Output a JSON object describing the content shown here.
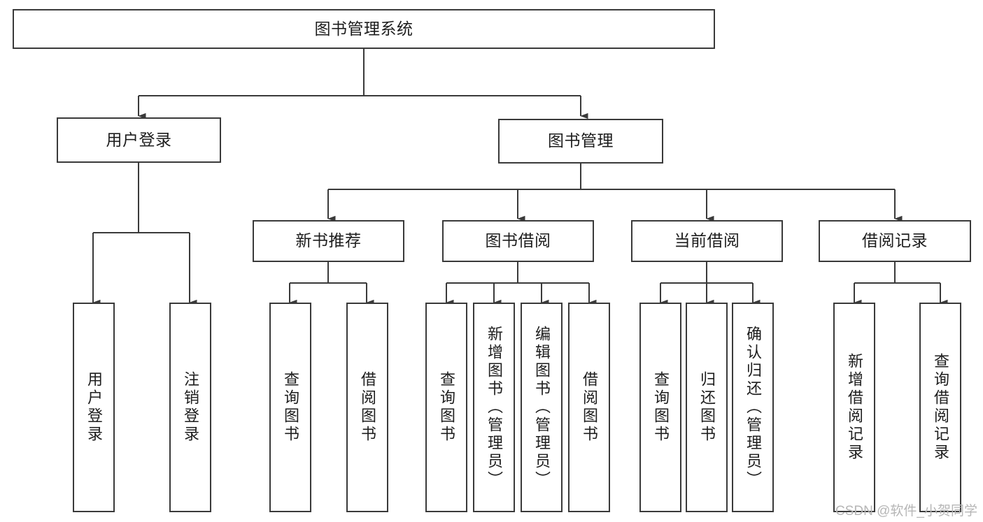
{
  "diagram": {
    "type": "tree-hierarchy",
    "title": "图书管理系统",
    "watermark": "CSDN @软件_小贺同学",
    "colors": {
      "stroke": "#3a3a3a",
      "fill": "#ffffff",
      "text": "#1d1d1d",
      "watermark": "#b6b6b6"
    },
    "nodes": {
      "root": {
        "label": "图书管理系统",
        "orientation": "horizontal"
      },
      "level2": [
        {
          "id": "user-login",
          "label": "用户登录",
          "orientation": "horizontal"
        },
        {
          "id": "book-management",
          "label": "图书管理",
          "orientation": "horizontal"
        }
      ],
      "level3": [
        {
          "id": "new-book-recommend",
          "label": "新书推荐",
          "orientation": "horizontal"
        },
        {
          "id": "book-borrow",
          "label": "图书借阅",
          "orientation": "horizontal"
        },
        {
          "id": "current-borrow",
          "label": "当前借阅",
          "orientation": "horizontal"
        },
        {
          "id": "borrow-record",
          "label": "借阅记录",
          "orientation": "horizontal"
        }
      ],
      "leaves": [
        {
          "id": "leaf-user-login",
          "label": "用户登录",
          "parent": "user-login",
          "orientation": "vertical"
        },
        {
          "id": "leaf-user-logout",
          "label": "注销登录",
          "parent": "user-login",
          "orientation": "vertical"
        },
        {
          "id": "leaf-query-book-1",
          "label": "查询图书",
          "parent": "new-book-recommend",
          "orientation": "vertical"
        },
        {
          "id": "leaf-borrow-book-1",
          "label": "借阅图书",
          "parent": "new-book-recommend",
          "orientation": "vertical"
        },
        {
          "id": "leaf-query-book-2",
          "label": "查询图书",
          "parent": "book-borrow",
          "orientation": "vertical"
        },
        {
          "id": "leaf-add-book",
          "label": "新增图书（管理员）",
          "parent": "book-borrow",
          "orientation": "vertical"
        },
        {
          "id": "leaf-edit-book",
          "label": "编辑图书（管理员）",
          "parent": "book-borrow",
          "orientation": "vertical"
        },
        {
          "id": "leaf-borrow-book-2",
          "label": "借阅图书",
          "parent": "book-borrow",
          "orientation": "vertical"
        },
        {
          "id": "leaf-query-book-3",
          "label": "查询图书",
          "parent": "current-borrow",
          "orientation": "vertical"
        },
        {
          "id": "leaf-return-book",
          "label": "归还图书",
          "parent": "current-borrow",
          "orientation": "vertical"
        },
        {
          "id": "leaf-confirm-return",
          "label": "确认归还（管理员）",
          "parent": "current-borrow",
          "orientation": "vertical"
        },
        {
          "id": "leaf-add-record",
          "label": "新增借阅记录",
          "parent": "borrow-record",
          "orientation": "vertical"
        },
        {
          "id": "leaf-query-record",
          "label": "查询借阅记录",
          "parent": "borrow-record",
          "orientation": "vertical"
        }
      ]
    }
  }
}
